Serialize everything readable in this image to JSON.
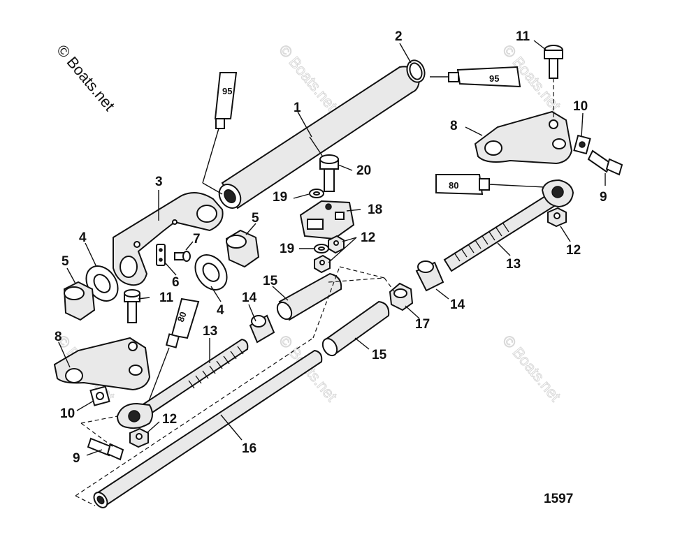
{
  "copyright": "© Boats.net",
  "watermark": "© Boats.net",
  "figure_number": "1597",
  "sealant_95": "95",
  "sealant_80": "80",
  "callouts": {
    "c1": "1",
    "c2": "2",
    "c3": "3",
    "c4a": "4",
    "c4b": "4",
    "c5a": "5",
    "c5b": "5",
    "c6": "6",
    "c7": "7",
    "c8a": "8",
    "c8b": "8",
    "c9a": "9",
    "c9b": "9",
    "c10a": "10",
    "c10b": "10",
    "c11a": "11",
    "c11b": "11",
    "c12a": "12",
    "c12b": "12",
    "c12c": "12",
    "c13a": "13",
    "c13b": "13",
    "c14a": "14",
    "c14b": "14",
    "c15a": "15",
    "c15b": "15",
    "c16": "16",
    "c17": "17",
    "c18": "18",
    "c19a": "19",
    "c19b": "19",
    "c20": "20"
  }
}
